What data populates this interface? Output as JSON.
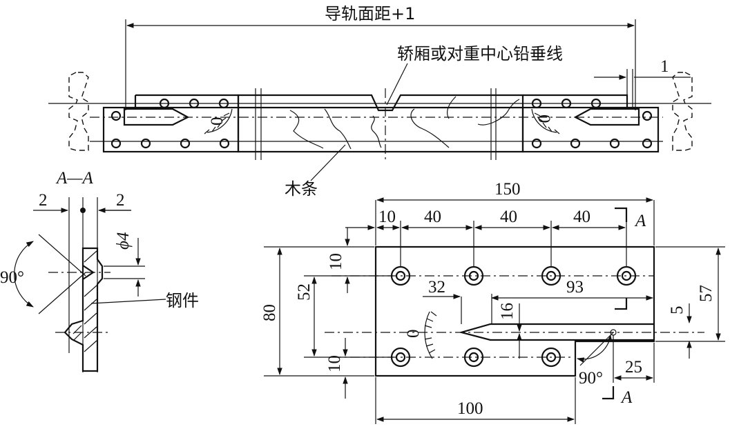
{
  "top": {
    "rail_distance_label": "导轨面距+1",
    "plumb_line_label": "轿厢或对重中心铅垂线",
    "gap_label": "1",
    "wood_label": "木条",
    "scale_zero_left": "0",
    "scale_zero_right": "0"
  },
  "section": {
    "title": "A—A",
    "left_dim": "2",
    "right_dim": "2",
    "hole_dim": "ϕ4",
    "angle": "90°",
    "part_label": "钢件"
  },
  "detail": {
    "overall_width": "150",
    "pitch_first": "10",
    "pitch_1": "40",
    "pitch_2": "40",
    "pitch_3": "40",
    "section_mark_top": "A",
    "section_mark_bottom": "A",
    "height_80": "80",
    "height_52": "52",
    "top_edge_10": "10",
    "bottom_edge_10": "10",
    "dim_32": "32",
    "dim_16": "16",
    "dim_93": "93",
    "dim_57": "57",
    "dim_5": "5",
    "dim_25": "25",
    "dim_100": "100",
    "angle": "90°",
    "scale_zero": "0"
  }
}
